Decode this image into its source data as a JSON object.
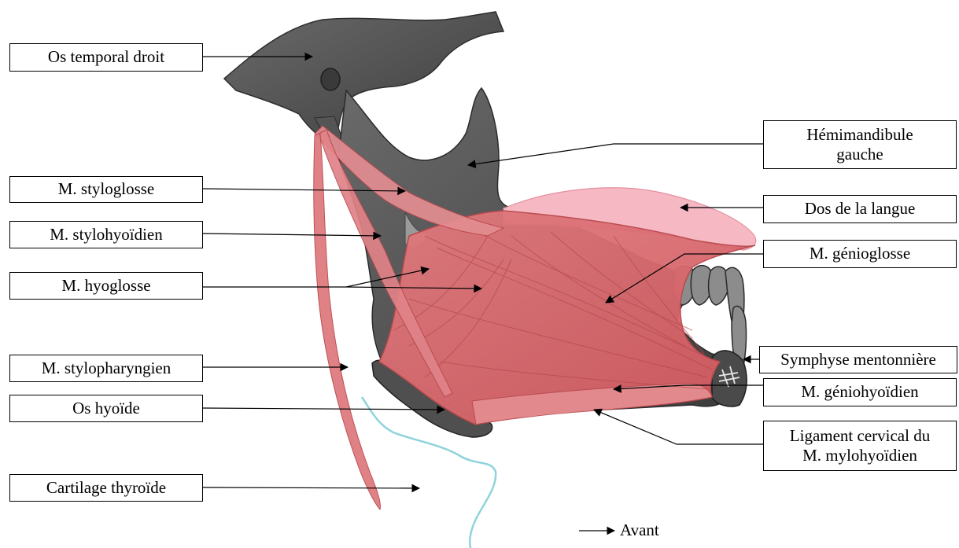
{
  "labels": {
    "temporal": "Os temporal droit",
    "hemimandibule_1": "Hémimandibule",
    "hemimandibule_2": "gauche",
    "styloglosse": "M. styloglosse",
    "dos_langue": "Dos de la langue",
    "stylohyoidien": "M. stylohyoïdien",
    "genioglosse": "M. génioglosse",
    "hyoglosse": "M. hyoglosse",
    "symphyse": "Symphyse mentonnière",
    "stylopharyngien": "M. stylopharyngien",
    "geniohyoidien": "M. géniohyoïdien",
    "os_hyoide": "Os hyoïde",
    "ligament_1": "Ligament cervical du",
    "ligament_2": "M. mylohyoïdien",
    "cartilage": "Cartilage thyroïde"
  },
  "orientation": "Avant",
  "colors": {
    "bone": "#5a5a5a",
    "bone_dark": "#3a3a3a",
    "muscle": "#d96c70",
    "muscle_light": "#eea3a6",
    "tongue": "#f6b9c4",
    "cartilage_outline": "#8fd3dc"
  }
}
